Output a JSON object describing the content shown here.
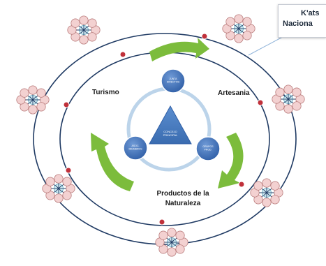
{
  "callout": {
    "line1": "K'ats",
    "line2": "Naciona"
  },
  "sectors": {
    "tourism": "Turismo",
    "crafts": "Artesania",
    "nature_line1": "Productos de la",
    "nature_line2": "Naturaleza"
  },
  "center_label": "CONCEJO\nPRINCIPAL",
  "nodes": {
    "top": "JUNTA\nDIRECTIVA",
    "left": "ASOC.\nMIEMBROS",
    "right": "GRUPOS\nPROD."
  },
  "colors": {
    "arrow_green": "#7cbc3c",
    "node_blue": "#3f73b8",
    "ring_outline": "#1f3a63",
    "flower_petal": "#f3d1d1",
    "flower_center": "#cfeaf2",
    "marker_red": "#c0303a"
  }
}
